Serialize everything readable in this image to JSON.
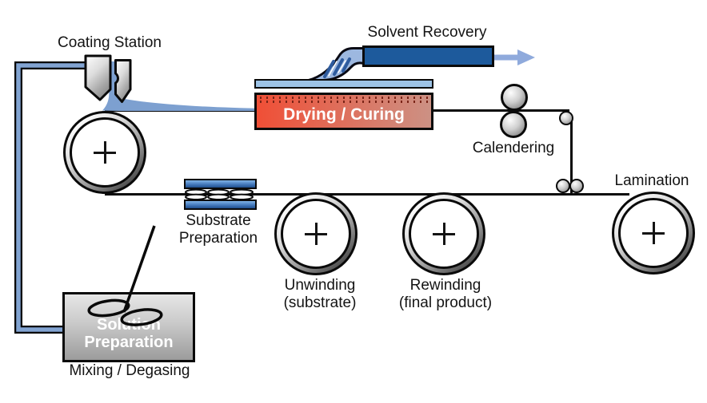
{
  "diagram": {
    "stations": {
      "coating_station": {
        "label": "Coating Station"
      },
      "solvent_recovery": {
        "label": "Solvent Recovery"
      },
      "drying_curing": {
        "label": "Drying / Curing"
      },
      "calendering": {
        "label": "Calendering"
      },
      "lamination": {
        "label": "Lamination"
      },
      "substrate_preparation": {
        "label_line1": "Substrate",
        "label_line2": "Preparation"
      },
      "unwinding": {
        "label_line1": "Unwinding",
        "label_line2": "(substrate)"
      },
      "rewinding": {
        "label_line1": "Rewinding",
        "label_line2": "(final product)"
      },
      "solution_preparation": {
        "label_line1": "Solution",
        "label_line2": "Preparation",
        "sublabel": "Mixing / Degasing"
      }
    },
    "colors": {
      "outline": "#0a0a0a",
      "pipe_fill": "#82A4D2",
      "coating_fluid": "#7DA0D0",
      "plume_fill": "#9DB8E0",
      "plume_streak": "#2E5B9E",
      "duct_fill": "#1D5A9C",
      "flow_arrow": "#8FAADC",
      "hood_fill": "#9DC3E6",
      "dryer_left": "#F04F36",
      "dryer_right": "#CC9184",
      "nozzle_dot": "#7A2417",
      "treater_top": "#7FB2E5",
      "treater_mid": "#4A7FC1",
      "treater_bottom": "#1F4E8C",
      "box_gray_light": "#E6E6E6",
      "box_gray_dark": "#9C9C9C"
    }
  }
}
